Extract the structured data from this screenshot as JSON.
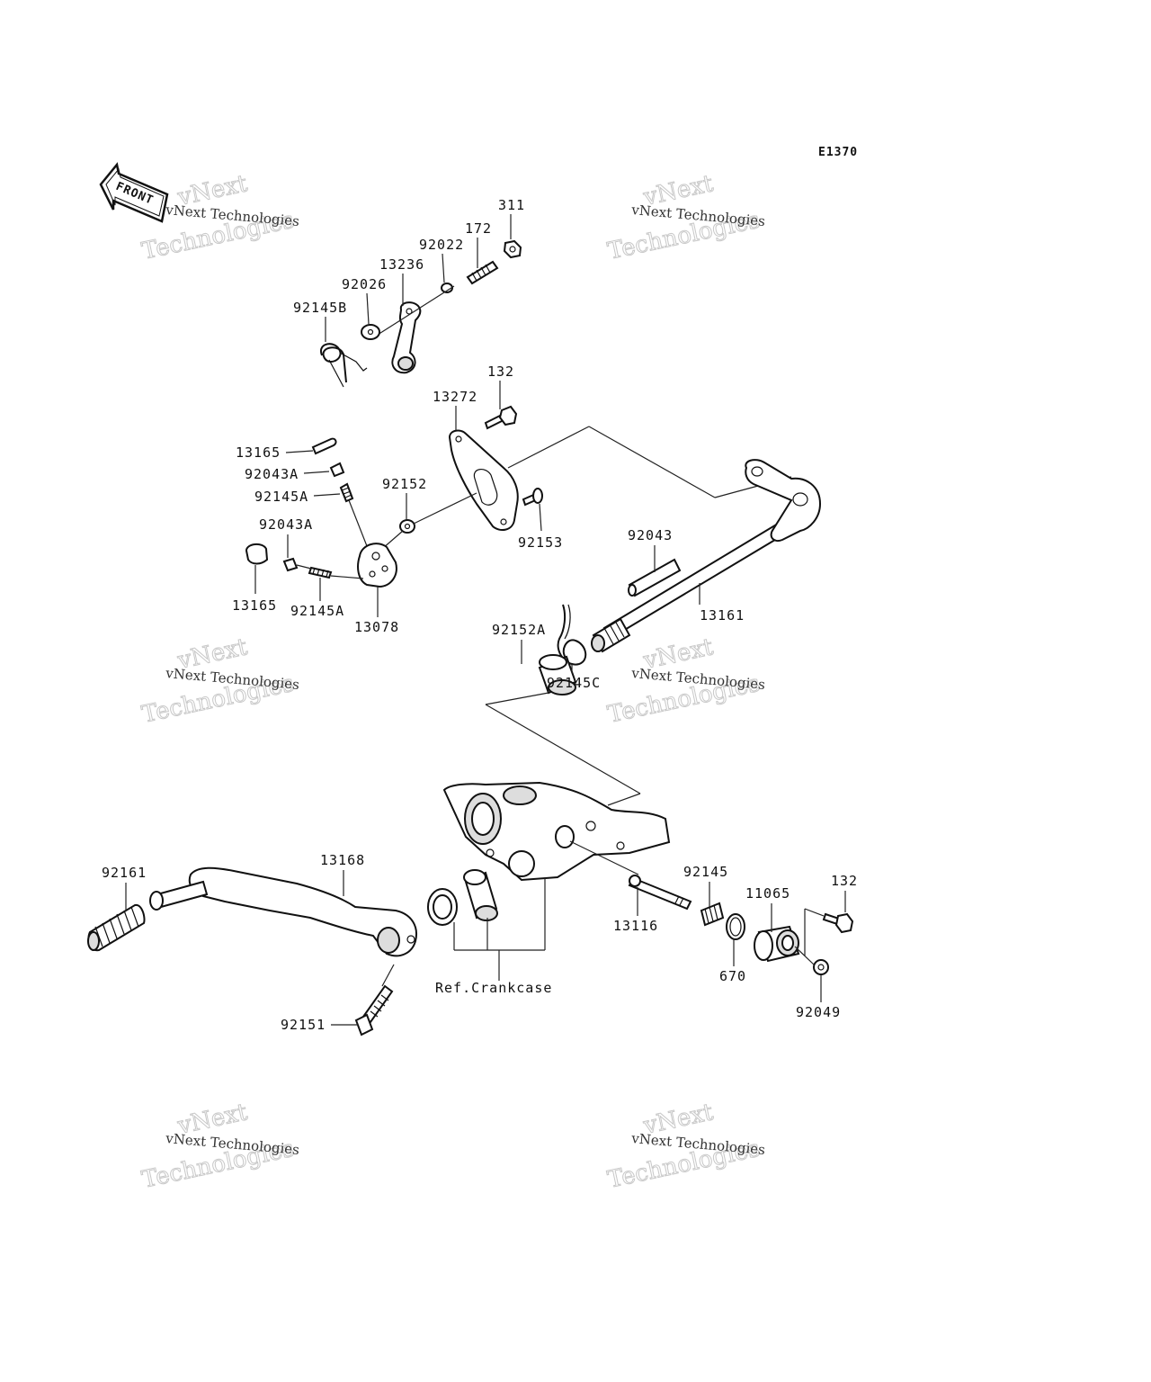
{
  "diagram": {
    "code": "E1370",
    "front_badge": "FRONT",
    "reference_note": "Ref.Crankcase",
    "watermark": {
      "line1": "vNext Technologies",
      "line2": "vNext",
      "line3": "Technologies"
    }
  },
  "parts": {
    "p311": "311",
    "p172": "172",
    "p92022": "92022",
    "p13236": "13236",
    "p92026": "92026",
    "p92145B": "92145B",
    "p132_top": "132",
    "p13272": "13272",
    "p13165_top": "13165",
    "p92043A_top": "92043A",
    "p92145A_top": "92145A",
    "p92152": "92152",
    "p92153": "92153",
    "p92043A_mid": "92043A",
    "p13165_bot": "13165",
    "p92145A_bot": "92145A",
    "p13078": "13078",
    "p92043": "92043",
    "p13161": "13161",
    "p92152A": "92152A",
    "p92145C": "92145C",
    "p92161": "92161",
    "p13168": "13168",
    "p13116": "13116",
    "p92145": "92145",
    "p11065": "11065",
    "p132_bot": "132",
    "p670": "670",
    "p92049": "92049",
    "p92151": "92151"
  }
}
